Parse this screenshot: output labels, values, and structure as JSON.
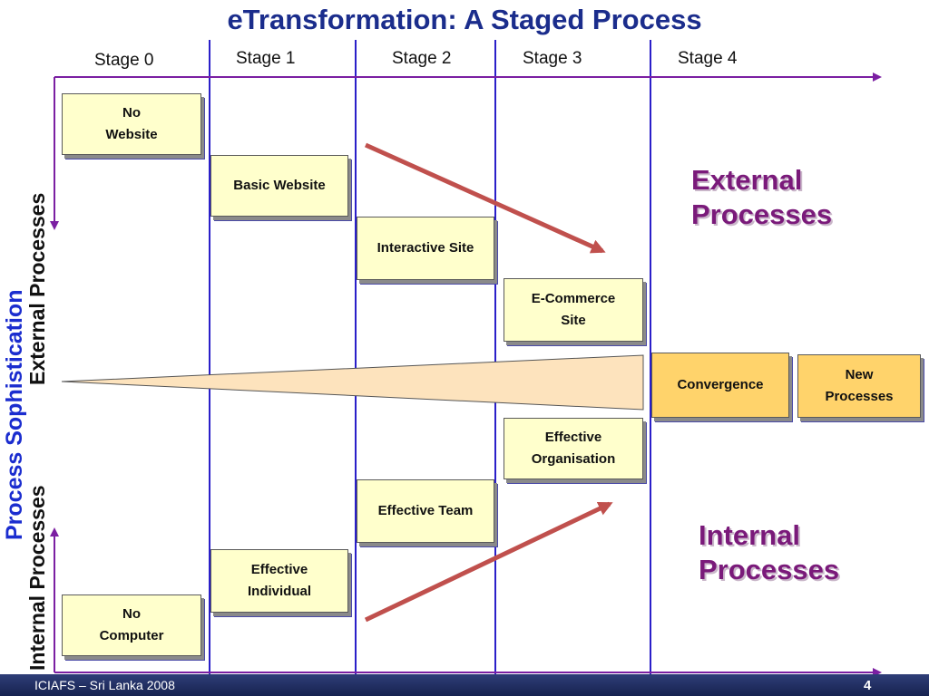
{
  "title": "eTransformation: A Staged Process",
  "stages": [
    "Stage 0",
    "Stage 1",
    "Stage 2",
    "Stage 3",
    "Stage 4"
  ],
  "boxes": {
    "no_website": [
      "No",
      "Website"
    ],
    "basic_website": [
      "Basic Website"
    ],
    "interactive_site": [
      "Interactive Site"
    ],
    "ecommerce_site": [
      "E-Commerce",
      "Site"
    ],
    "convergence": [
      "Convergence"
    ],
    "new_processes": [
      "New",
      "Processes"
    ],
    "effective_organisation": [
      "Effective",
      "Organisation"
    ],
    "effective_team": [
      "Effective Team"
    ],
    "effective_individual": [
      "Effective",
      "Individual"
    ],
    "no_computer": [
      "No",
      "Computer"
    ]
  },
  "labels": {
    "external_processes": [
      "External",
      "Processes"
    ],
    "internal_processes": [
      "Internal",
      "Processes"
    ]
  },
  "vertical_axis": {
    "title": "Process Sophistication",
    "external": "External Processes",
    "internal": "Internal Processes"
  },
  "footer": {
    "left_text": "ICIAFS – Sri Lanka 2008",
    "page_number": "4"
  },
  "colors": {
    "title": "#1b2d8c",
    "box_fill": "#ffffcc",
    "box_fill_highlight": "#ffd36b",
    "stage_line": "#2a1fc9",
    "axis_arrow": "#7b1fa2",
    "trend_arrow": "#c0504d",
    "big_label": "#7a1a7a",
    "wedge_fill": "#fde3bd",
    "footer_bg": "#1f2d5e"
  }
}
